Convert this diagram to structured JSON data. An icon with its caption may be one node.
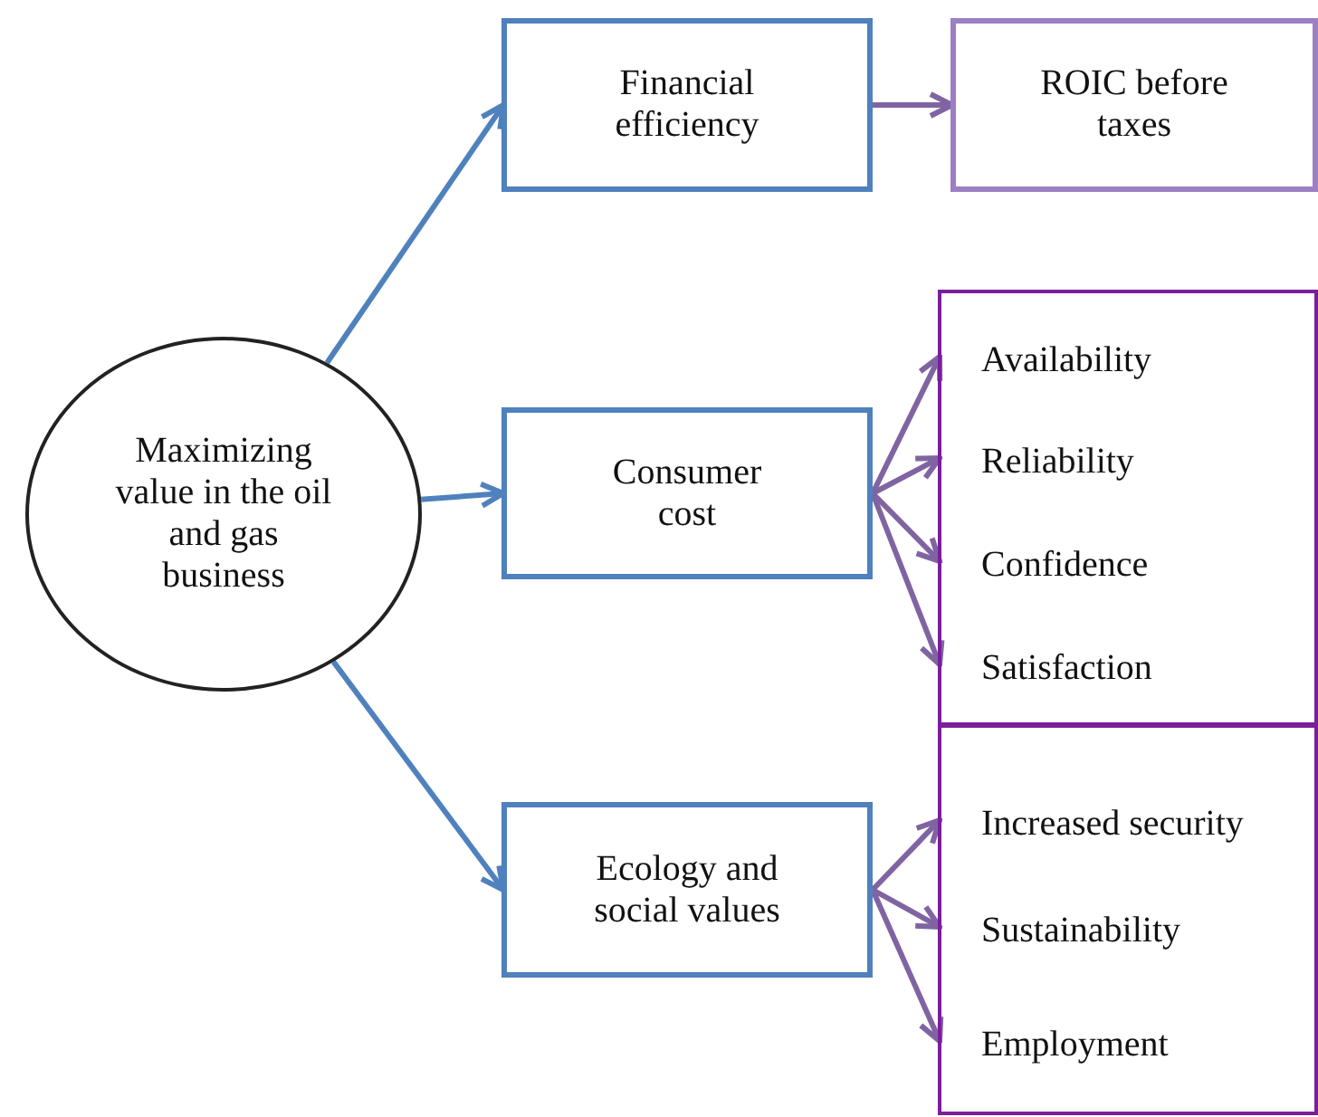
{
  "diagram": {
    "nodes": [
      {
        "text": [
          "Maximizing value in the oil and gas business"
        ]
      },
      {
        "text": [
          "Financial efficiency"
        ]
      },
      {
        "text": [
          "ROIC before taxes"
        ]
      },
      {
        "text": [
          "Consumer cost"
        ]
      },
      {
        "text": [],
        "shape": "box"
      },
      {
        "text": [
          "Availability"
        ],
        "in": 4
      },
      {
        "text": [
          "Reliability"
        ],
        "in": 4
      },
      {
        "text": [
          "Confidence"
        ],
        "in": 4
      },
      {
        "text": [
          "Satisfaction"
        ],
        "in": 4
      },
      {
        "text": [
          "Ecology and social values"
        ]
      },
      {
        "text": [],
        "shape": "box"
      },
      {
        "text": [
          "Increased security"
        ],
        "in": 10
      },
      {
        "text": [
          "Sustainability"
        ],
        "in": 10
      },
      {
        "text": [
          "Employment"
        ],
        "in": 10
      }
    ],
    "edges": [
      {
        "from": 0,
        "to": 1,
        "arrow": "to",
        "color": "#4f81bd"
      },
      {
        "from": 1,
        "to": 2,
        "arrow": "to"
      },
      {
        "from": 0,
        "to": 3,
        "arrow": "to",
        "color": "#4f81bd"
      },
      {
        "from": 3,
        "to": 5,
        "arrow": "to"
      },
      {
        "from": 3,
        "to": 6,
        "arrow": "to"
      },
      {
        "from": 3,
        "to": 7,
        "arrow": "to"
      },
      {
        "from": 3,
        "to": 8,
        "arrow": "to"
      },
      {
        "from": 0,
        "to": 9,
        "arrow": "to",
        "color": "#4f81bd"
      },
      {
        "from": 9,
        "to": 11,
        "arrow": "to"
      },
      {
        "from": 9,
        "to": 12,
        "arrow": "to"
      },
      {
        "from": 9,
        "to": 13,
        "arrow": "to"
      }
    ]
  }
}
